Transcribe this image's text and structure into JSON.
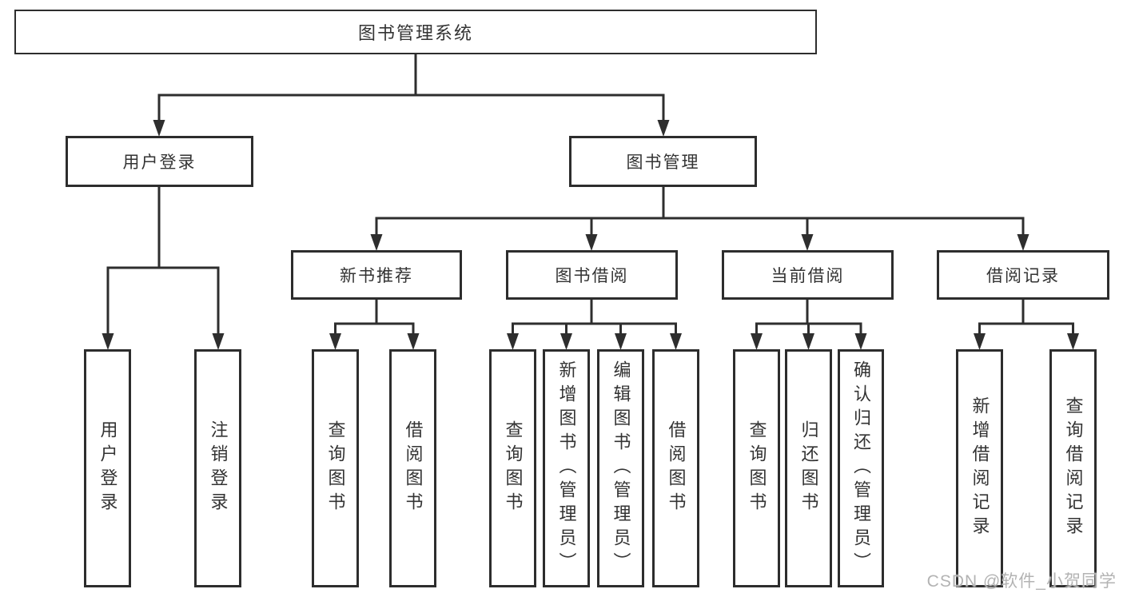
{
  "tree": {
    "root": {
      "label": "图书管理系统"
    },
    "children": [
      {
        "label": "用户登录",
        "children": [
          {
            "label": "用户登录"
          },
          {
            "label": "注销登录"
          }
        ]
      },
      {
        "label": "图书管理",
        "children": [
          {
            "label": "新书推荐",
            "children": [
              {
                "label": "查询图书"
              },
              {
                "label": "借阅图书"
              }
            ]
          },
          {
            "label": "图书借阅",
            "children": [
              {
                "label": "查询图书"
              },
              {
                "label": "新增图书（管理员）"
              },
              {
                "label": "编辑图书（管理员）"
              },
              {
                "label": "借阅图书"
              }
            ]
          },
          {
            "label": "当前借阅",
            "children": [
              {
                "label": "查询图书"
              },
              {
                "label": "归还图书"
              },
              {
                "label": "确认归还（管理员）"
              }
            ]
          },
          {
            "label": "借阅记录",
            "children": [
              {
                "label": "新增借阅记录"
              },
              {
                "label": "查询借阅记录"
              }
            ]
          }
        ]
      }
    ]
  },
  "watermark": {
    "text": "CSDN @软件_小贺同学",
    "color": "#b3b3b3"
  },
  "colors": {
    "line": "#2e2e2e",
    "box_border": "#2d2d2d",
    "text": "#333333",
    "background": "#ffffff"
  }
}
